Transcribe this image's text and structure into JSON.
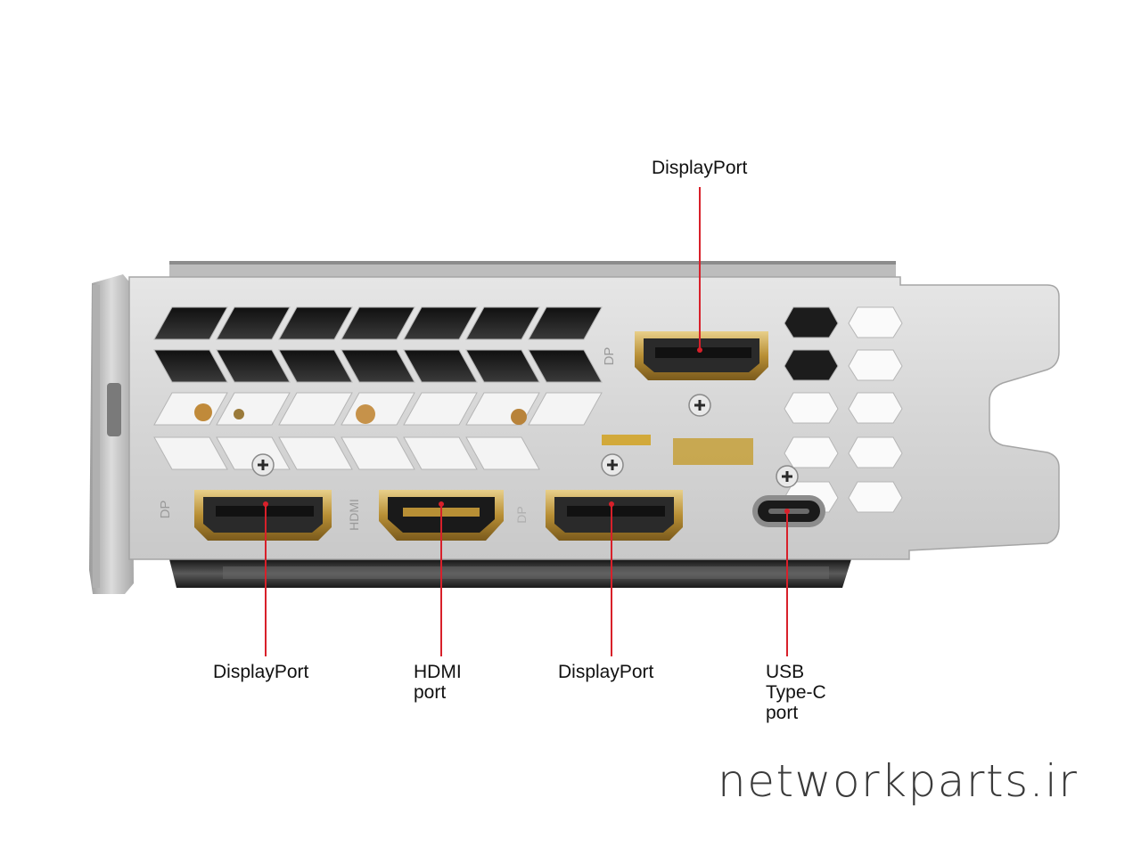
{
  "callouts": {
    "displayport_top": "DisplayPort",
    "displayport_left": "DisplayPort",
    "hdmi": "HDMI\nport",
    "displayport_mid": "DisplayPort",
    "usb_c": "USB\nType-C\nport"
  },
  "bracket_markings": {
    "dp_top": "DP",
    "dp_left": "DP",
    "hdmi": "HDMI",
    "dp_mid": "DP"
  },
  "watermark": "networkparts.ir",
  "colors": {
    "leader_line": "#d8202a",
    "bracket": "#d9d9d9",
    "vent_dark": "#1c1c1c",
    "connector_gold": "#c9a24a"
  }
}
